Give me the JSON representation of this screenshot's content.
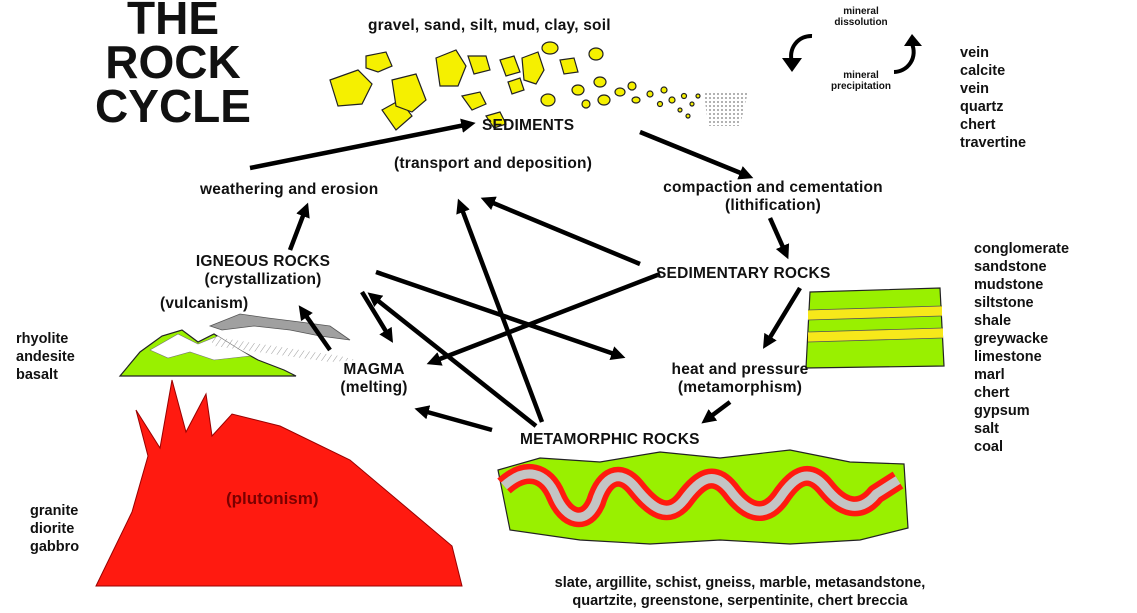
{
  "title": [
    "THE",
    "ROCK",
    "CYCLE"
  ],
  "labels": {
    "sediment_types": "gravel, sand, silt, mud, clay, soil",
    "sediments": "SEDIMENTS",
    "transport": "(transport and deposition)",
    "weathering": "weathering and erosion",
    "compaction": "compaction and cementation",
    "lithification": "(lithification)",
    "igneous_rocks": "IGNEOUS ROCKS",
    "crystallization": "(crystallization)",
    "vulcanism": "(vulcanism)",
    "sedimentary_rocks": "SEDIMENTARY ROCKS",
    "magma": "MAGMA",
    "melting": "(melting)",
    "heat_pressure": "heat and pressure",
    "metamorphism": "(metamorphism)",
    "metamorphic_rocks": "METAMORPHIC ROCKS",
    "plutonism": "(plutonism)",
    "mineral_dissolution": [
      "mineral",
      "dissolution"
    ],
    "mineral_precipitation": [
      "mineral",
      "precipitation"
    ]
  },
  "lists": {
    "chemical": [
      "vein",
      "calcite",
      "vein",
      "quartz",
      "chert",
      "travertine"
    ],
    "sedimentary": [
      "conglomerate",
      "sandstone",
      "mudstone",
      "siltstone",
      "shale",
      "greywacke",
      "limestone",
      "marl",
      "chert",
      "gypsum",
      "salt",
      "coal"
    ],
    "volcanic": [
      "rhyolite",
      "andesite",
      "basalt"
    ],
    "plutonic": [
      "granite",
      "diorite",
      "gabbro"
    ],
    "metamorphic": [
      "slate, argillite, schist, gneiss, marble, metasandstone,",
      "quartzite, greenstone, serpentinite, chert breccia"
    ]
  },
  "colors": {
    "sediment_yellow": "#f5f000",
    "rock_green": "#99f000",
    "plutonic_red": "#ff1a10",
    "layer_yellow": "#f7e81a",
    "band_gray": "#c4c4c4",
    "arrow_black": "#000000",
    "smoke_gray": "#a0a0a0"
  }
}
